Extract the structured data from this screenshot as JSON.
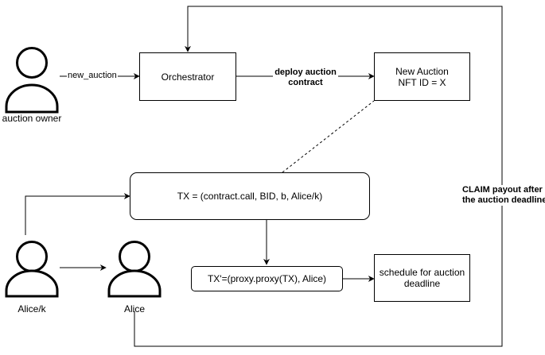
{
  "actors": {
    "auction_owner": "auction owner",
    "alice_k": "Alice/k",
    "alice": "Alice"
  },
  "nodes": {
    "orchestrator": "Orchestrator",
    "new_auction_line1": "New Auction",
    "new_auction_line2": "NFT ID = X",
    "tx": "TX = (contract.call, BID, b, Alice/k)",
    "tx_prime": "TX'=(proxy.proxy(TX), Alice)",
    "schedule_line1": "schedule for auction",
    "schedule_line2": "deadline"
  },
  "edges": {
    "new_auction": "new_auction",
    "deploy_line1": "deploy auction",
    "deploy_line2": "contract",
    "claim_line1": "CLAIM payout after",
    "claim_line2": "the auction deadline"
  },
  "colors": {
    "stroke": "#000000",
    "fill": "#ffffff"
  }
}
